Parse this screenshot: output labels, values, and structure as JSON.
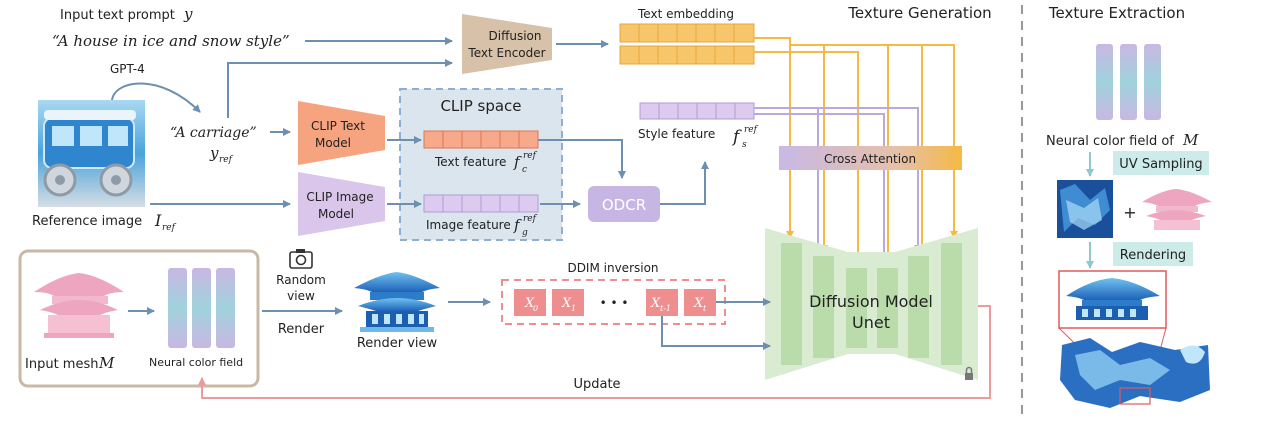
{
  "labels": {
    "input_prompt": "Input text prompt",
    "input_prompt_var": "y",
    "prompt_quote": "“A house in ice and snow style”",
    "gpt4": "GPT-4",
    "ref_prompt": "“A carriage”",
    "ref_var": "y",
    "ref_var_sub": "ref",
    "reference_image": "Reference image",
    "ref_image_var": "I",
    "ref_image_sub": "ref",
    "diffusion_text_encoder_1": "Diffusion",
    "diffusion_text_encoder_2": "Text Encoder",
    "text_embedding": "Text embedding",
    "texture_generation": "Texture Generation",
    "texture_extraction": "Texture Extraction",
    "clip_space": "CLIP space",
    "clip_text_1": "CLIP Text",
    "clip_text_2": "Model",
    "clip_image_1": "CLIP Image",
    "clip_image_2": "Model",
    "text_feature": "Text feature",
    "image_feature": "Image feature",
    "feature_sym": "f",
    "feature_sup": "ref",
    "text_feature_sub": "c",
    "image_feature_sub": "g",
    "style_feature": "Style feature",
    "style_feature_sub": "s",
    "odcr": "ODCR",
    "cross_attention": "Cross Attention",
    "input_mesh": "Input mesh",
    "mesh_var": "M",
    "neural_color_field": "Neural color field",
    "random_view_1": "Random",
    "random_view_2": "view",
    "render": "Render",
    "render_view": "Render view",
    "ddim_inversion": "DDIM inversion",
    "x0": "X",
    "x0_sub": "0",
    "x1": "X",
    "x1_sub": "1",
    "dots": "• • •",
    "xt1": "X",
    "xt1_sub": "t-1",
    "xt": "X",
    "xt_sub": "t",
    "unet_1": "Diffusion Model",
    "unet_2": "Unet",
    "update": "Update",
    "neural_color_field_of": "Neural color field of",
    "uv_sampling": "UV Sampling",
    "plus": "+",
    "rendering": "Rendering"
  },
  "colors": {
    "arrow_blue": "#6d8fb0",
    "arrow_orange": "#f5b944",
    "arrow_purple": "#b9a9dc",
    "arrow_pink": "#ef9a9a",
    "clip_text_fill": "#f6a37f",
    "clip_image_fill": "#d9c6ea",
    "encoder_fill": "#d8c1a9",
    "clip_space_fill": "#dbe5ee",
    "ddim_fill": "#ef8e8e",
    "unet_fill": "#d9ecd2",
    "unet_bar": "#b9dcaa",
    "teal_label": "#cdebe8"
  }
}
